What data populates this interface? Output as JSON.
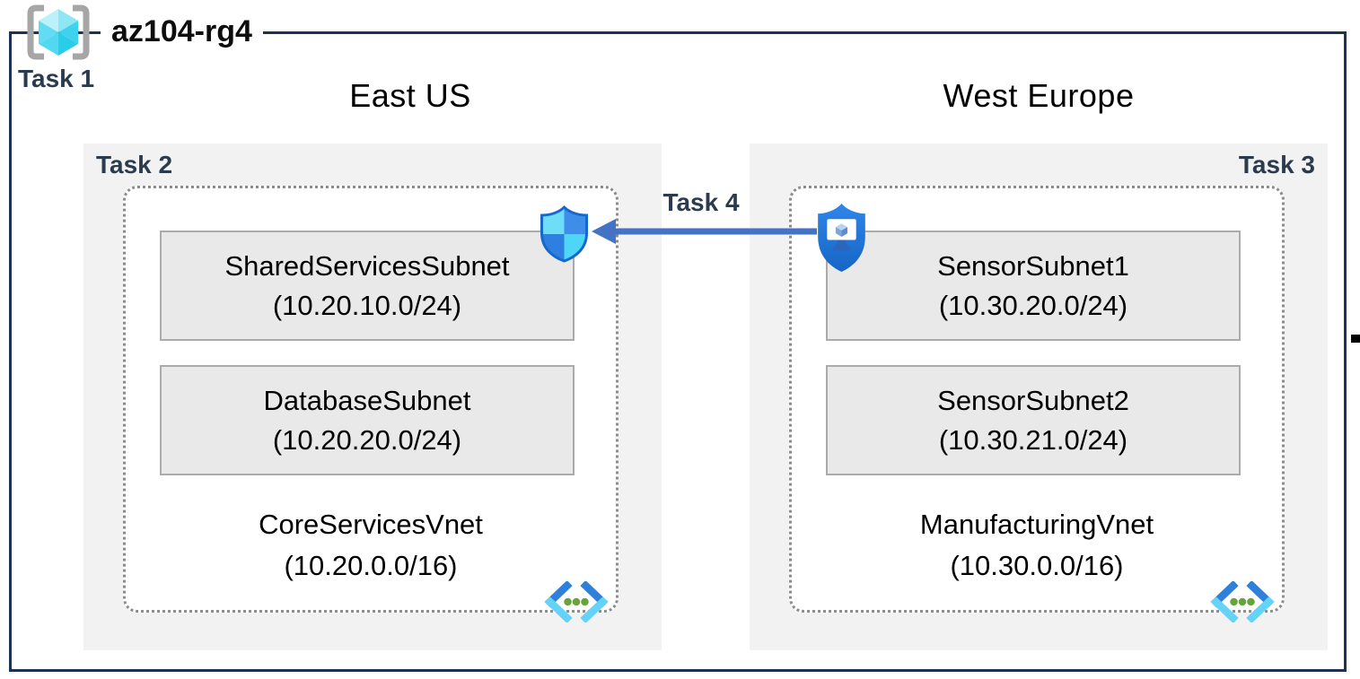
{
  "resource_group": {
    "title": "az104-rg4",
    "task_label": "Task 1"
  },
  "peering": {
    "task_label": "Task 4",
    "arrow_direction": "right-to-left",
    "arrow_color": "#4472c4"
  },
  "regions": [
    {
      "name": "East US",
      "task_label": "Task 2",
      "vnet": {
        "name": "CoreServicesVnet",
        "cidr": "(10.20.0.0/16)",
        "subnets": [
          {
            "name": "SharedServicesSubnet",
            "cidr": "(10.20.10.0/24)"
          },
          {
            "name": "DatabaseSubnet",
            "cidr": "(10.20.20.0/24)"
          }
        ]
      }
    },
    {
      "name": "West Europe",
      "task_label": "Task 3",
      "vnet": {
        "name": "ManufacturingVnet",
        "cidr": "(10.30.0.0/16)",
        "subnets": [
          {
            "name": "SensorSubnet1",
            "cidr": "(10.30.20.0/24)"
          },
          {
            "name": "SensorSubnet2",
            "cidr": "(10.30.21.0/24)"
          }
        ]
      }
    }
  ],
  "icons": {
    "resource_group": "resource-group-brackets-cube-icon",
    "network_security": "shield-quadrant-icon",
    "defender_monitor": "shield-monitor-cube-icon",
    "virtual_network": "angle-brackets-dots-icon"
  },
  "colors": {
    "outer_border": "#1e3150",
    "task_label": "#2b3b4e",
    "region_fill": "#f2f2f2",
    "subnet_fill": "#e9e9e9",
    "subnet_border": "#ababab",
    "vnet_border_dotted": "#8c8c8c",
    "arrow_blue": "#4472c4",
    "azure_cyan": "#50d7f0",
    "azure_blue": "#2e80d9"
  }
}
